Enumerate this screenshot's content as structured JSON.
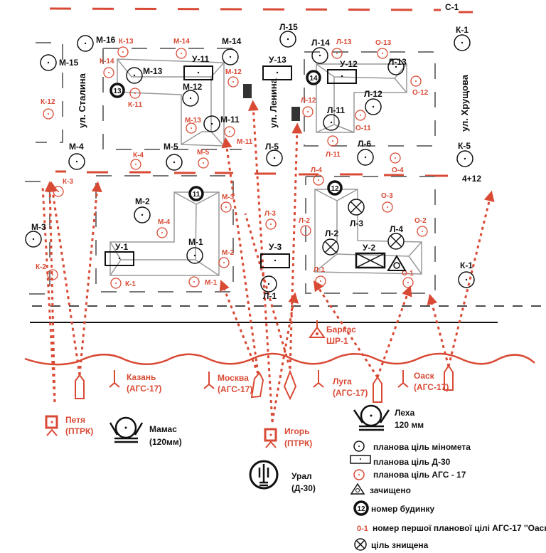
{
  "colors": {
    "red": "#d94a35",
    "black": "#111111",
    "grey": "#888888"
  },
  "streets": [
    {
      "label": "ул. Сталина"
    },
    {
      "label": "ул. Ленина"
    },
    {
      "label": "ул. Хрущова"
    }
  ],
  "line_label": "С-1",
  "coord_label": "4+12",
  "mortar_targets": [
    {
      "label": "М-16"
    },
    {
      "label": "М-15"
    },
    {
      "label": "М-14"
    },
    {
      "label": "М-13"
    },
    {
      "label": "М-12"
    },
    {
      "label": "М-11"
    },
    {
      "label": "М-5"
    },
    {
      "label": "М-4"
    },
    {
      "label": "М-3"
    },
    {
      "label": "М-2"
    },
    {
      "label": "М-1"
    },
    {
      "label": "Л-15"
    },
    {
      "label": "Л-14"
    },
    {
      "label": "Л-13"
    },
    {
      "label": "Л-12"
    },
    {
      "label": "Л-11"
    },
    {
      "label": "Л-6"
    },
    {
      "label": "Л-5"
    },
    {
      "label": "Л-1"
    },
    {
      "label": "К-1"
    },
    {
      "label": "К-5"
    },
    {
      "label": "К-1"
    }
  ],
  "d30_targets": [
    {
      "label": "У-11"
    },
    {
      "label": "У-13"
    },
    {
      "label": "У-12"
    },
    {
      "label": "У-1"
    },
    {
      "label": "У-3"
    },
    {
      "label": "У-2"
    }
  ],
  "ags_targets": [
    {
      "label": "К-13"
    },
    {
      "label": "К-14"
    },
    {
      "label": "К-11"
    },
    {
      "label": "К-12"
    },
    {
      "label": "М-14"
    },
    {
      "label": "М-12"
    },
    {
      "label": "М-13"
    },
    {
      "label": "М-11"
    },
    {
      "label": "К-4"
    },
    {
      "label": "М-5"
    },
    {
      "label": "Л-13"
    },
    {
      "label": "О-13"
    },
    {
      "label": "О-12"
    },
    {
      "label": "Л-12"
    },
    {
      "label": "О-11"
    },
    {
      "label": "Л-11"
    },
    {
      "label": "О-4"
    },
    {
      "label": "Л-4"
    },
    {
      "label": "К-3"
    },
    {
      "label": "К-2"
    },
    {
      "label": "М-4"
    },
    {
      "label": "М-3"
    },
    {
      "label": "М-2"
    },
    {
      "label": "М-1"
    },
    {
      "label": "К-1"
    },
    {
      "label": "Л-3"
    },
    {
      "label": "Л-2"
    },
    {
      "label": "Л-1"
    },
    {
      "label": "О-3"
    },
    {
      "label": "О-2"
    },
    {
      "label": "О-1"
    }
  ],
  "destroyed_targets": [
    {
      "label": "Л-3"
    },
    {
      "label": "Л-2"
    },
    {
      "label": "Л-4"
    }
  ],
  "buildings": [
    {
      "number": "13"
    },
    {
      "number": "14"
    },
    {
      "number": "11"
    },
    {
      "number": "12"
    }
  ],
  "units": {
    "kazan": {
      "name": "Казань",
      "weapon": "(АГС-17)"
    },
    "moskva": {
      "name": "Москва",
      "weapon": "(АГС-17)"
    },
    "luga": {
      "name": "Луга",
      "weapon": "(АГС-17)"
    },
    "oask": {
      "name": "Оаск",
      "weapon": "(АГС-17)"
    },
    "barkas": {
      "name": "Баркас",
      "weapon": "ШР-1"
    },
    "petya": {
      "name": "Петя",
      "weapon": "(ПТРК)"
    },
    "igor": {
      "name": "Игорь",
      "weapon": "(ПТРК)"
    },
    "mamas": {
      "name": "Мамас",
      "weapon": "(120мм)"
    },
    "leha": {
      "name": "Леха",
      "weapon": "120 мм"
    },
    "ural": {
      "name": "Урал",
      "weapon": "(Д-30)"
    }
  },
  "legend": {
    "mortar": "планова ціль міномета",
    "d30": "планова ціль Д-30",
    "ags": "планова ціль АГС - 17",
    "cleared": "зачищено",
    "building": "номер будинку",
    "building_sample": "12",
    "first_target_code": "0-1",
    "first_target": "номер першої планової цілі АГС-17 ''Оаск''",
    "destroyed": "ціль знищена"
  }
}
